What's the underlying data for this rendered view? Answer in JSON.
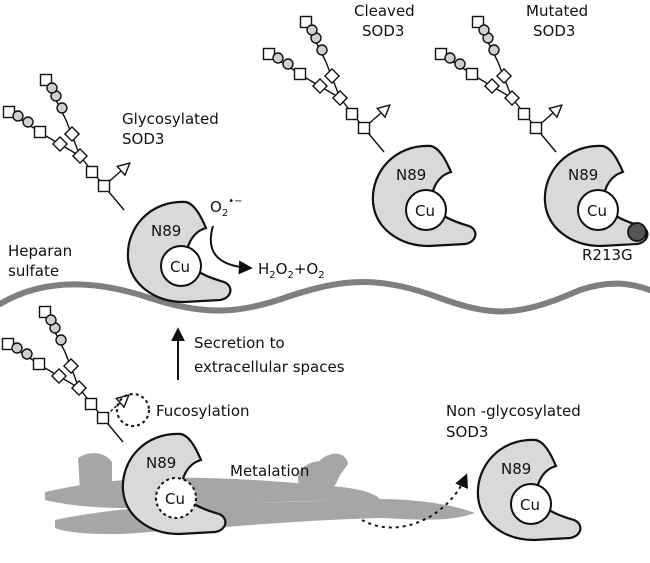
{
  "labels": {
    "glycosylated": [
      "Glycosylated",
      "SOD3"
    ],
    "cleaved": [
      "Cleaved",
      "SOD3"
    ],
    "mutated": [
      "Mutated",
      "SOD3"
    ],
    "heparan": [
      "Heparan",
      "sulfate"
    ],
    "secretion": [
      "Secretion to",
      "extracellular spaces"
    ],
    "fucosylation": "Fucosylation",
    "metalation": "Metalation",
    "nonglyco": [
      "Non -glycosylated",
      "SOD3"
    ],
    "mutation": "R213G"
  },
  "protein": {
    "site": "N89",
    "metal": "Cu"
  },
  "reaction": {
    "superoxide": {
      "base": "O",
      "sub": "2",
      "sup": "•−"
    },
    "products": [
      {
        "base": "H",
        "sub": "2"
      },
      {
        "base": "O",
        "sub": "2"
      },
      {
        "base": "+O",
        "sub": "2"
      }
    ]
  },
  "colors": {
    "protein_fill": "#d9d9d9",
    "outline": "#111111",
    "heparan": "#7f7f7f",
    "er_membrane": "#a6a6a6",
    "mutation_dot": "#555555"
  }
}
